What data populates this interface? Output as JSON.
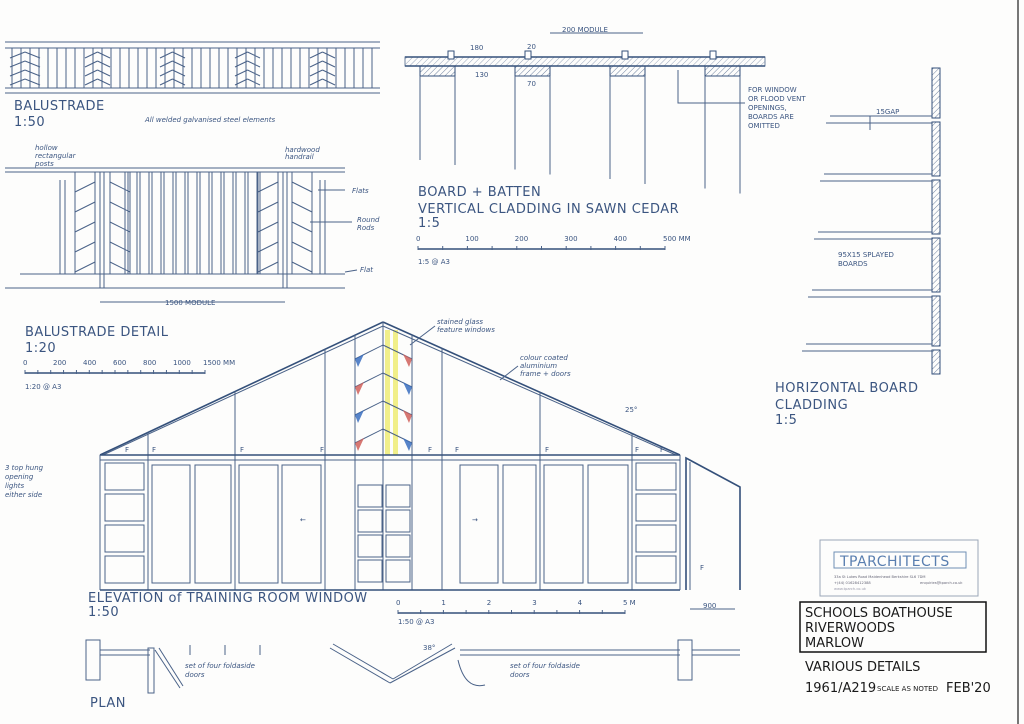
{
  "balustrade": {
    "title": "BALUSTRADE",
    "scale": "1:50",
    "note_welded": "All welded galvanised steel elements",
    "note_posts": [
      "hollow",
      "rectangular",
      "posts"
    ],
    "note_handrail": [
      "hardwood",
      "handrail"
    ],
    "label_flats": "Flats",
    "label_round_rods": [
      "Round",
      "Rods"
    ],
    "label_flat": "Flat",
    "module": "1500 MODULE"
  },
  "balustrade_detail": {
    "title": "BALUSTRADE DETAIL",
    "scale": "1:20",
    "scale_bar_labels": [
      "0",
      "200",
      "400",
      "600",
      "800",
      "1000",
      "1500 MM"
    ],
    "scale_bar_note": "1:20 @ A3"
  },
  "board_batten": {
    "dims": {
      "board": "180",
      "gap": "20",
      "module": "200 MODULE",
      "batten_w": "130",
      "batten_d": "70"
    },
    "note": [
      "FOR WINDOW",
      "OR FLOOD VENT",
      "OPENINGS,",
      "BOARDS ARE",
      "OMITTED"
    ],
    "title": "BOARD + BATTEN",
    "subtitle": "VERTICAL CLADDING IN SAWN CEDAR",
    "scale": "1:5",
    "scale_bar_labels": [
      "0",
      "100",
      "200",
      "300",
      "400",
      "500 MM"
    ],
    "scale_bar_note": "1:5 @ A3"
  },
  "horizontal_cladding": {
    "gap": "15GAP",
    "boards_note": [
      "95X15 SPLAYED",
      "BOARDS"
    ],
    "title": [
      "HORIZONTAL BOARD",
      "CLADDING"
    ],
    "scale": "1:5"
  },
  "elevation": {
    "note_stained": [
      "stained glass",
      "feature windows"
    ],
    "note_frame": [
      "colour coated",
      "aluminium",
      "frame + doors"
    ],
    "angle": "25°",
    "note_lights": [
      "3 top hung",
      "opening",
      "lights",
      "either side"
    ],
    "fixed_mark": "F",
    "title": "ELEVATION of TRAINING ROOM WINDOW",
    "scale": "1:50",
    "scale_bar_labels": [
      "0",
      "1",
      "2",
      "3",
      "4",
      "5 M"
    ],
    "scale_bar_note": "1:50 @ A3",
    "dim_900": "900",
    "colors": {
      "blue": "#3a6fc0",
      "red": "#d0605a",
      "yellow": "#f1ef8a"
    }
  },
  "plan": {
    "title": "PLAN",
    "note_left": [
      "set of four foldaside",
      "doors"
    ],
    "note_right": [
      "set of four foldaside",
      "doors"
    ],
    "angle": "38°"
  },
  "title_block": {
    "logo": "TPARCHITECTS",
    "address": "33a St Lukes Road Maidenhead Berkshire SL6 7DM",
    "phone": "+(44) 01628412388",
    "email": "enquiries@tparch.co.uk",
    "web": "www.tparch.co.uk",
    "project": [
      "SCHOOLS BOATHOUSE",
      "RIVERWOODS",
      "MARLOW"
    ],
    "drawing_title": "VARIOUS DETAILS",
    "drawing_no": "1961/A219",
    "scale_note": "SCALE AS NOTED",
    "date": "FEB'20"
  }
}
